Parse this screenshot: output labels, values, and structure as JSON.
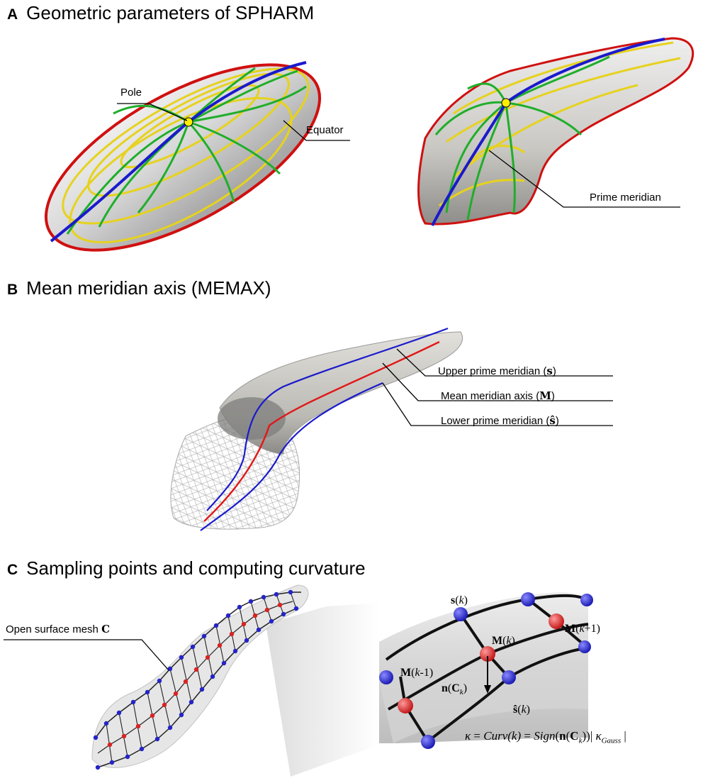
{
  "panels": {
    "a": {
      "letter": "A",
      "title": "Geometric parameters of SPHARM"
    },
    "b": {
      "letter": "B",
      "title": "Mean meridian axis (MEMAX)"
    },
    "c": {
      "letter": "C",
      "title": "Sampling points and computing curvature"
    }
  },
  "labels_a": {
    "pole": "Pole",
    "equator": "Equator",
    "prime_meridian": "Prime meridian"
  },
  "labels_b": {
    "upper": "Upper prime meridian (",
    "upper_sym": "s",
    "mean": "Mean meridian axis (",
    "mean_sym": "M",
    "lower": "Lower prime meridian (",
    "lower_sym": "ŝ",
    "close": ")"
  },
  "labels_c": {
    "mesh": "Open surface mesh ",
    "mesh_sym": "C",
    "s_k": "s",
    "k": "k",
    "m_k": "M",
    "m_k1": "M",
    "k_plus": "k",
    "plus1": "+1",
    "m_km1": "M",
    "k_minus": "k",
    "minus1": "-1",
    "n_c": "n",
    "c_sym": "C",
    "shat": "ŝ",
    "formula": {
      "kappa": "κ",
      "eq": " = ",
      "curv": "Curv",
      "k": "(k)",
      "sign": "Sign",
      "n": "n",
      "C": "C",
      "sub_k": "k",
      "abs_open": "))| ",
      "kappa2": "κ",
      "gauss": "Gauss",
      "abs_close": " |"
    }
  },
  "colors": {
    "meridian_blue": "#1a1acc",
    "equator_red": "#d01010",
    "latitude_yellow": "#e6d21e",
    "longitude_green": "#1fae2a",
    "pole_yellow": "#ffee00",
    "mean_axis_red": "#e01818",
    "node_blue": "#2424c8",
    "node_red": "#d82424"
  }
}
